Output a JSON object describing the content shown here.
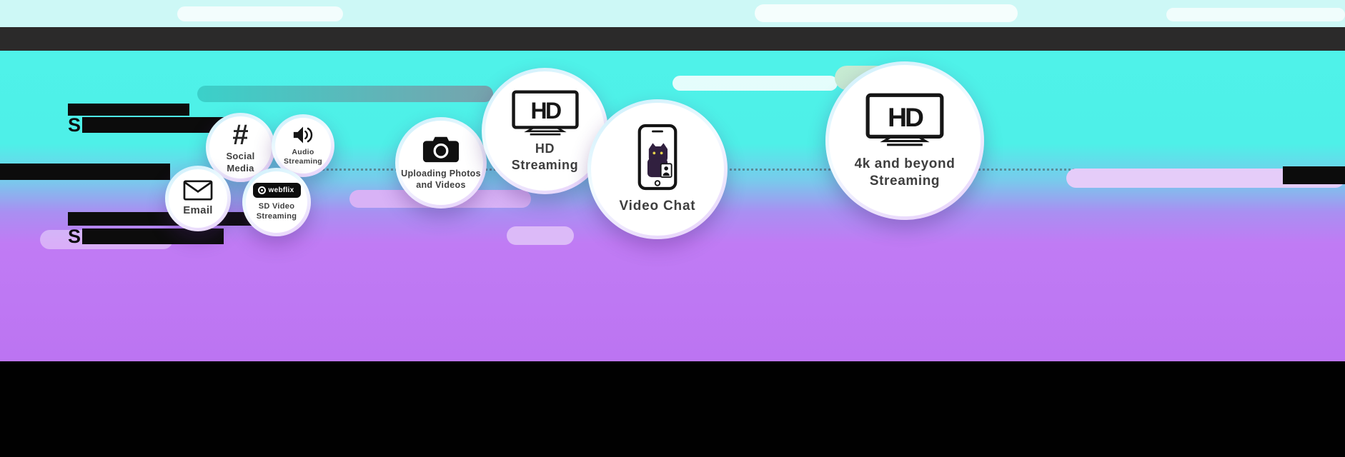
{
  "scene": {
    "type": "internet-speeds-infographic",
    "colors": {
      "top_band": "#cdf8f6",
      "header_bar": "#2b2a2a",
      "cyan": "#4ff2e9",
      "purple": "#bf7af3",
      "footer_band": "#010101",
      "label_text": "#3e3e3e",
      "pill_teal": "#38cdc6",
      "pill_purple": "#d8b2f6",
      "pill_lavender": "#e5ccf9"
    }
  },
  "redacted_text": {
    "left_heading_visible": "S",
    "left_subheading_visible": "S"
  },
  "bubbles": [
    {
      "id": "email",
      "label": "Email",
      "icon": "envelope-icon"
    },
    {
      "id": "social-media",
      "line1": "Social",
      "line2": "Media",
      "icon": "hashtag-icon",
      "icon_text": "#"
    },
    {
      "id": "audio-streaming",
      "line1": "Audio",
      "line2": "Streaming",
      "icon": "speaker-icon"
    },
    {
      "id": "sd-video-streaming",
      "line1": "SD Video",
      "line2": "Streaming",
      "icon": "webflix-badge-icon",
      "badge_text": "webflix"
    },
    {
      "id": "uploading-photos-videos",
      "line1": "Uploading Photos",
      "line2": "and Videos",
      "icon": "camera-icon"
    },
    {
      "id": "hd-streaming",
      "line1": "HD",
      "line2": "Streaming",
      "icon": "hd-tv-icon",
      "icon_text": "HD"
    },
    {
      "id": "video-chat",
      "label": "Video Chat",
      "icon": "video-call-phone-icon"
    },
    {
      "id": "4k-streaming",
      "line1": "4k and beyond",
      "line2": "Streaming",
      "icon": "hd-tv-icon",
      "icon_text": "HD"
    }
  ]
}
